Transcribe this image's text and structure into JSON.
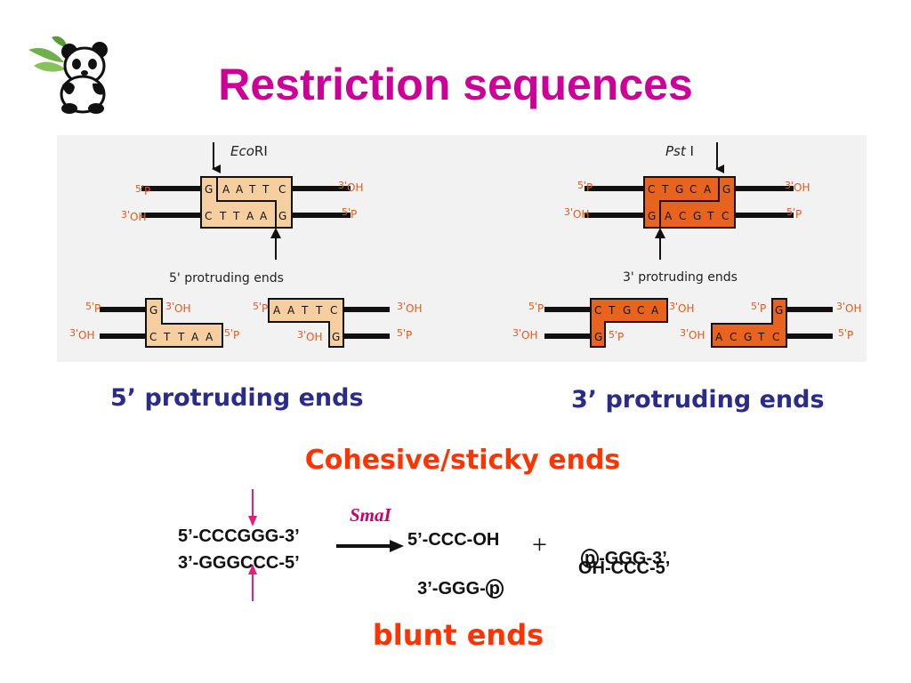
{
  "slide": {
    "title": "Restriction sequences",
    "caption_left": "5’ protruding ends",
    "caption_right": "3’ protruding ends",
    "heading_sticky": "Cohesive/sticky ends",
    "heading_blunt": "blunt ends"
  },
  "figure": {
    "enzyme_left": "EcoRI",
    "enzyme_right": "PstI",
    "label_left": "5' protruding ends",
    "label_right": "3' protruding ends",
    "top_strand_left": "GAATTC",
    "bottom_strand_left": "CTTAAG",
    "top_strand_right": "CTGCAG",
    "bottom_strand_right": "GACGTC",
    "end_labels": [
      "5'P",
      "3'OH",
      "3'OH",
      "5'P"
    ],
    "colors": {
      "left_box": "#f5cfa0",
      "right_box": "#e8641e"
    }
  },
  "smai": {
    "enzyme": "SmaI",
    "input_top": "5’-CCCGGG-3’",
    "input_bottom": "3’-GGGCCC-5’",
    "left_top": "5’-CCC-OH",
    "left_bottom": "3’-GGG-",
    "right_top": "-GGG-3’",
    "right_bottom": "OH-CCC-5’",
    "phosphate": "p",
    "plus": "+"
  },
  "colors": {
    "title": "#cc0099",
    "caption": "#2b2b8c",
    "heading": "#ff3300",
    "cut_arrow": "#e0207a"
  }
}
